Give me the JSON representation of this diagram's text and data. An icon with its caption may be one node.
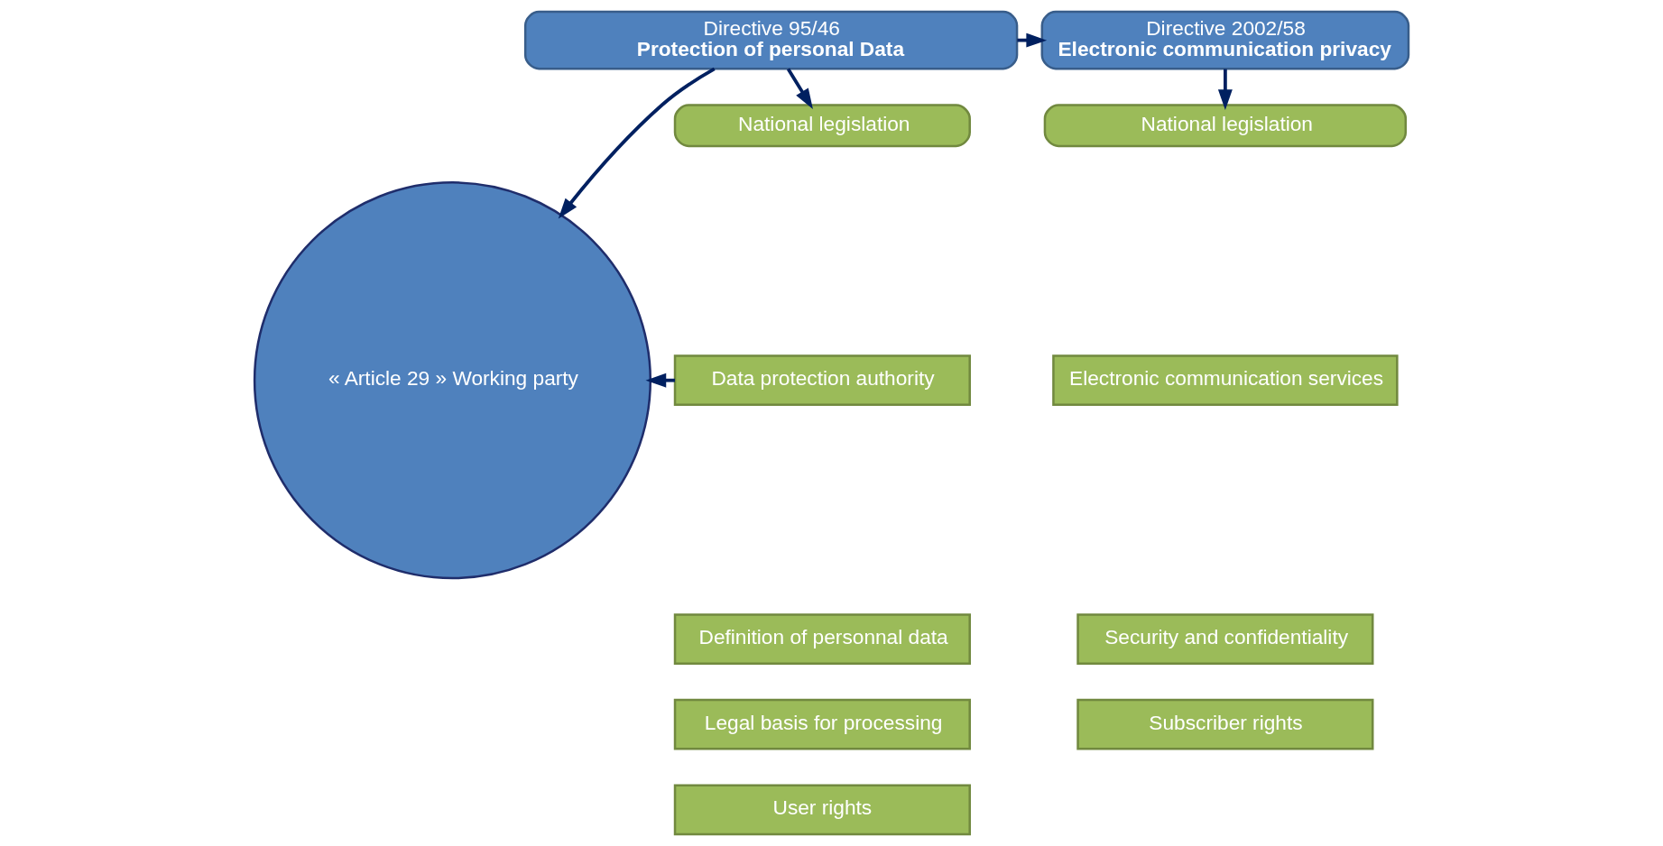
{
  "diagram": {
    "nodes": [
      {
        "text": [
          "Directive 95/46",
          "Protection of personal Data"
        ]
      },
      {
        "text": [
          "Directive 2002/58",
          "Electronic communication privacy"
        ]
      },
      {
        "text": [
          "« Article 29 » Working party"
        ]
      },
      {
        "text": [
          "National legislation"
        ]
      },
      {
        "text": [
          "Data protection authority"
        ]
      },
      {
        "text": [
          "Definition of personnal data"
        ]
      },
      {
        "text": [
          "Legal basis for processing"
        ]
      },
      {
        "text": [
          "User rights"
        ]
      },
      {
        "text": [
          "National legislation"
        ]
      },
      {
        "text": [
          "Electronic communication services"
        ]
      },
      {
        "text": [
          "Security and confidentiality"
        ]
      },
      {
        "text": [
          "Subscriber rights"
        ]
      }
    ],
    "edges": [
      {
        "from": 0,
        "to": 1,
        "arrow": "to"
      },
      {
        "from": 0,
        "to": 2,
        "arrow": "to"
      },
      {
        "from": 0,
        "to": 3,
        "arrow": "to"
      },
      {
        "from": 1,
        "to": 8,
        "arrow": "to"
      },
      {
        "from": 4,
        "to": 2,
        "arrow": "to"
      }
    ]
  }
}
